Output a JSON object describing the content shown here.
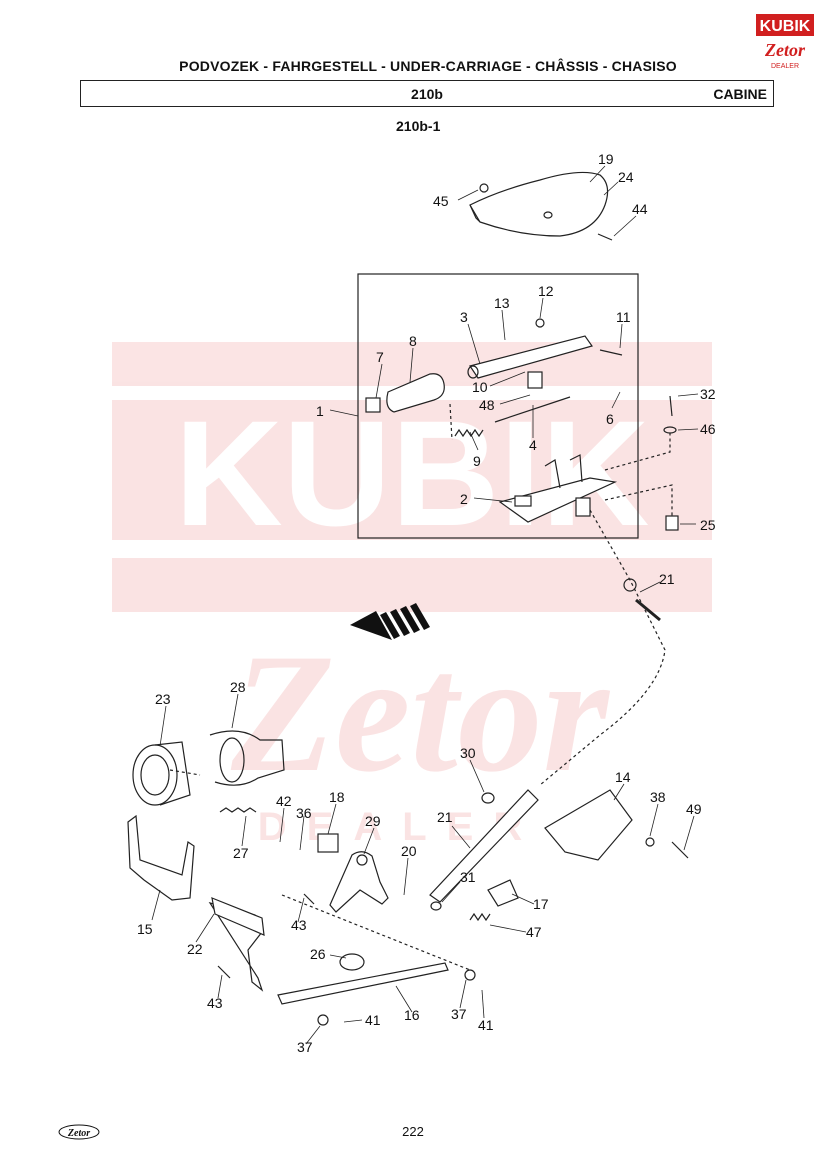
{
  "header": {
    "title": "PODVOZEK - FAHRGESTELL - UNDER-CARRIAGE - CHÂSSIS - CHASISO",
    "section_code": "210b",
    "section_name": "CABINE",
    "sub_code": "210b-1"
  },
  "brand": {
    "logo_top": "KUBIK",
    "logo_bottom": "Zetor",
    "logo_small": "DEALER",
    "footer_logo": "Zetor",
    "accent_color": "#d11f1f",
    "watermark_color": "#e03030"
  },
  "watermark": {
    "main": "KUBIK",
    "script": "Zetor",
    "sub": "DEALER"
  },
  "callouts": [
    {
      "id": "c19",
      "text": "19"
    },
    {
      "id": "c24",
      "text": "24"
    },
    {
      "id": "c45",
      "text": "45"
    },
    {
      "id": "c44",
      "text": "44"
    },
    {
      "id": "c12",
      "text": "12"
    },
    {
      "id": "c13",
      "text": "13"
    },
    {
      "id": "c3",
      "text": "3"
    },
    {
      "id": "c11",
      "text": "11"
    },
    {
      "id": "c8",
      "text": "8"
    },
    {
      "id": "c7",
      "text": "7"
    },
    {
      "id": "c10",
      "text": "10"
    },
    {
      "id": "c48",
      "text": "48"
    },
    {
      "id": "c6",
      "text": "6"
    },
    {
      "id": "c1",
      "text": "1"
    },
    {
      "id": "c4",
      "text": "4"
    },
    {
      "id": "c9",
      "text": "9"
    },
    {
      "id": "c2",
      "text": "2"
    },
    {
      "id": "c32",
      "text": "32"
    },
    {
      "id": "c46",
      "text": "46"
    },
    {
      "id": "c25",
      "text": "25"
    },
    {
      "id": "c21a",
      "text": "21"
    },
    {
      "id": "c23",
      "text": "23"
    },
    {
      "id": "c28",
      "text": "28"
    },
    {
      "id": "c30",
      "text": "30"
    },
    {
      "id": "c14",
      "text": "14"
    },
    {
      "id": "c38",
      "text": "38"
    },
    {
      "id": "c49",
      "text": "49"
    },
    {
      "id": "c42",
      "text": "42"
    },
    {
      "id": "c36",
      "text": "36"
    },
    {
      "id": "c18",
      "text": "18"
    },
    {
      "id": "c29",
      "text": "29"
    },
    {
      "id": "c21b",
      "text": "21"
    },
    {
      "id": "c27",
      "text": "27"
    },
    {
      "id": "c20",
      "text": "20"
    },
    {
      "id": "c31",
      "text": "31"
    },
    {
      "id": "c17",
      "text": "17"
    },
    {
      "id": "c15",
      "text": "15"
    },
    {
      "id": "c43a",
      "text": "43"
    },
    {
      "id": "c47",
      "text": "47"
    },
    {
      "id": "c22",
      "text": "22"
    },
    {
      "id": "c26",
      "text": "26"
    },
    {
      "id": "c43b",
      "text": "43"
    },
    {
      "id": "c16",
      "text": "16"
    },
    {
      "id": "c37a",
      "text": "37"
    },
    {
      "id": "c41a",
      "text": "41"
    },
    {
      "id": "c37b",
      "text": "37"
    },
    {
      "id": "c41b",
      "text": "41"
    }
  ],
  "page_number": "222"
}
